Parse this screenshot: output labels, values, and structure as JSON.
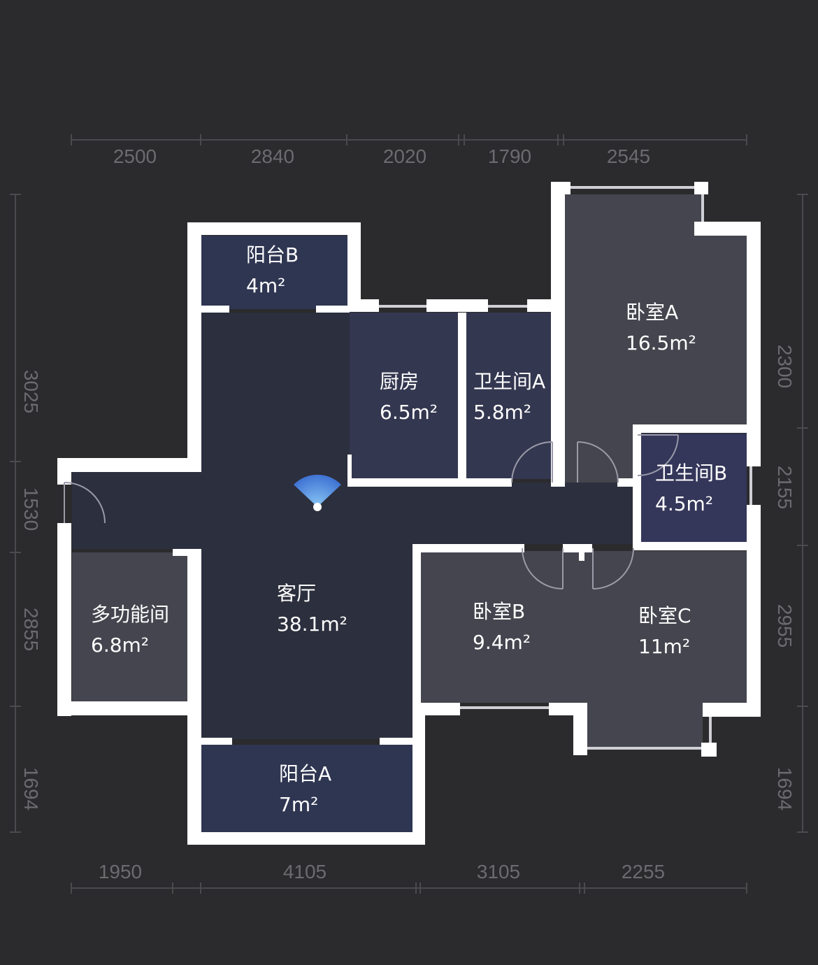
{
  "dimensions": {
    "top": [
      "2500",
      "2840",
      "2020",
      "1790",
      "2545"
    ],
    "bottom": [
      "1950",
      "4105",
      "3105",
      "2255"
    ],
    "left": [
      "3025",
      "1530",
      "2855",
      "1694"
    ],
    "right": [
      "2300",
      "2155",
      "2955",
      "1694"
    ]
  },
  "rooms": [
    {
      "name": "阳台B",
      "area": "4m²"
    },
    {
      "name": "厨房",
      "area": "6.5m²"
    },
    {
      "name": "卫生间A",
      "area": "5.8m²"
    },
    {
      "name": "卧室A",
      "area": "16.5m²"
    },
    {
      "name": "卫生间B",
      "area": "4.5m²"
    },
    {
      "name": "客厅",
      "area": "38.1m²"
    },
    {
      "name": "多功能间",
      "area": "6.8m²"
    },
    {
      "name": "卧室B",
      "area": "9.4m²"
    },
    {
      "name": "卧室C",
      "area": "11m²"
    },
    {
      "name": "阳台A",
      "area": "7m²"
    }
  ],
  "colors": {
    "background": "#2b2b2d",
    "living": "#2c2f3d",
    "balcony": "#2f3652",
    "wet_room": "#343750",
    "bedroom": "#45454f",
    "wall": "#ffffff",
    "viewer": "#5aa9ff"
  },
  "viewer_icon": "camera-view-cone-icon"
}
